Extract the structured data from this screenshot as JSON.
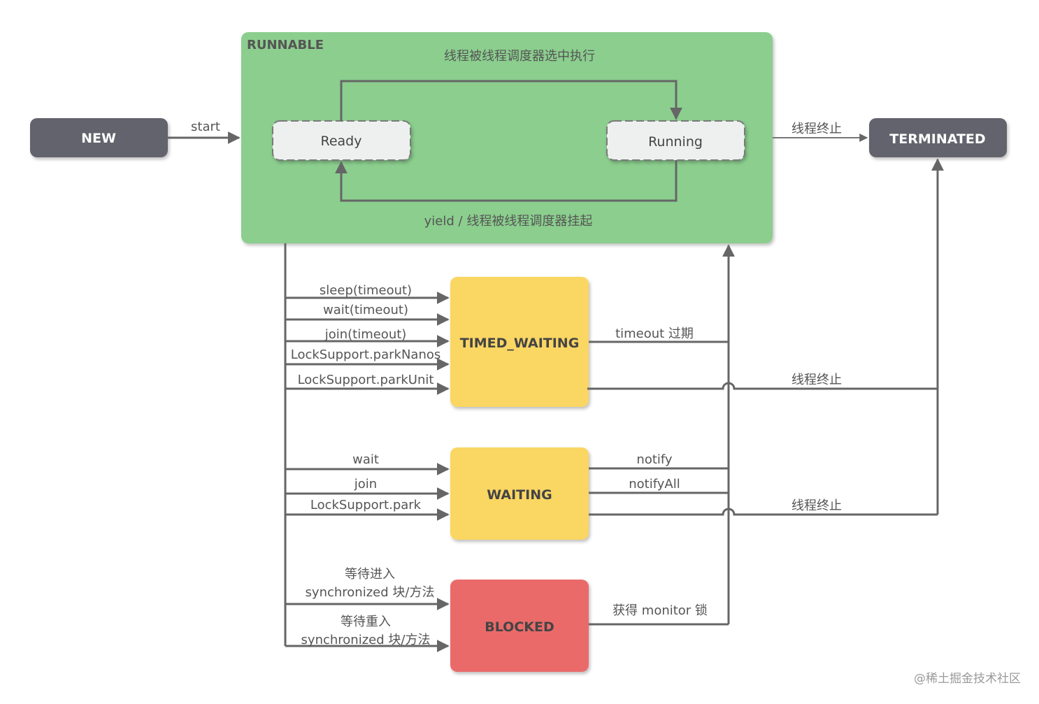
{
  "states": {
    "new": "NEW",
    "terminated": "TERMINATED",
    "runnable": "RUNNABLE",
    "ready": "Ready",
    "running": "Running",
    "timed_waiting": "TIMED_WAITING",
    "waiting": "WAITING",
    "blocked": "BLOCKED"
  },
  "colors": {
    "dark_state": "#64636d",
    "runnable": "#8bce8e",
    "waiting": "#fad664",
    "blocked": "#ea6b6b",
    "inner_state": "#eef0f0",
    "line": "#666666"
  },
  "transitions": {
    "start": "start",
    "scheduled": "线程被线程调度器选中执行",
    "yield": "yield / 线程被线程调度器挂起",
    "runnable_end": "线程终止",
    "timed_in": [
      "sleep(timeout)",
      "wait(timeout)",
      "join(timeout)",
      "LockSupport.parkNanos",
      "LockSupport.parkUnit"
    ],
    "timed_out": "timeout 过期",
    "timed_end": "线程终止",
    "waiting_in": [
      "wait",
      "join",
      "LockSupport.park"
    ],
    "waiting_out": [
      "notify",
      "notifyAll"
    ],
    "waiting_end": "线程终止",
    "blocked_in_1": [
      "等待进入",
      "synchronized 块/方法"
    ],
    "blocked_in_2": [
      "等待重入",
      "synchronized 块/方法"
    ],
    "blocked_out": "获得 monitor 锁"
  },
  "watermark": "@稀土掘金技术社区"
}
